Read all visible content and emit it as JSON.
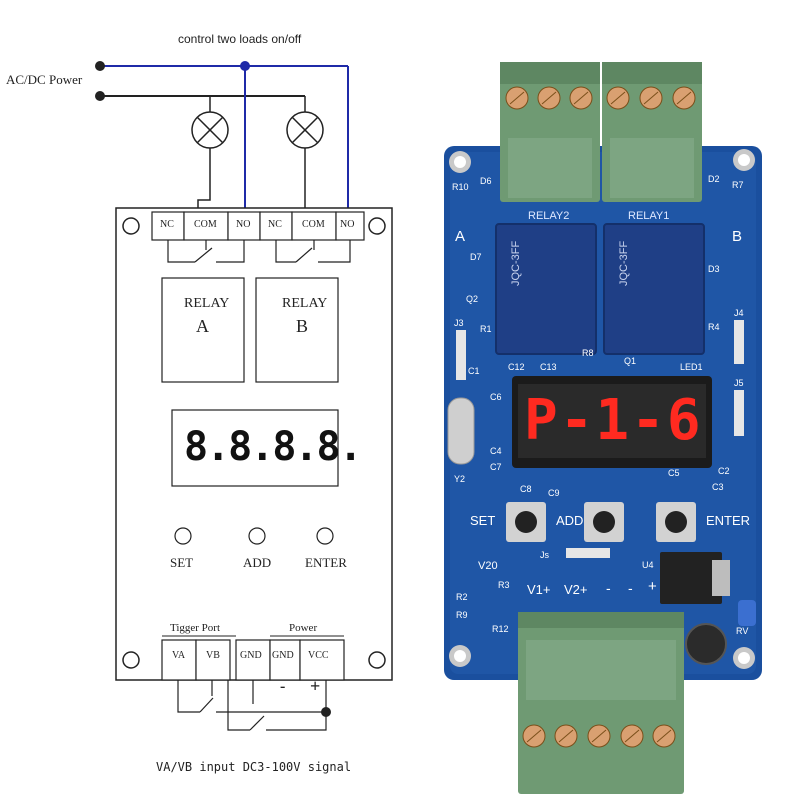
{
  "title": "control two loads  on/off",
  "power_label": "AC/DC Power",
  "terminals_top": [
    "NC",
    "COM",
    "NO",
    "NC",
    "COM",
    "NO"
  ],
  "relay_a": {
    "line1": "RELAY",
    "line2": "A"
  },
  "relay_b": {
    "line1": "RELAY",
    "line2": "B"
  },
  "display_value": "8.8.8.8.",
  "buttons": [
    {
      "label": "SET"
    },
    {
      "label": "ADD"
    },
    {
      "label": "ENTER"
    }
  ],
  "trigger_port_label": "Tigger Port",
  "power_section_label": "Power",
  "terminals_bottom": [
    "VA",
    "VB",
    "GND",
    "GND",
    "VCC"
  ],
  "polarity": {
    "minus": "-",
    "plus": "+"
  },
  "footer_note": "VA/VB input DC3-100V  signal",
  "board": {
    "relay_labels": [
      "RELAY2",
      "RELAY1"
    ],
    "side_labels": {
      "left": "A",
      "right": "B"
    },
    "display_text": "P-1-6",
    "button_labels": [
      "SET",
      "ADD",
      "ENTER"
    ],
    "input_labels": [
      "V1+",
      "V2+",
      "-",
      "-",
      "+"
    ],
    "version": "V20",
    "part_labels": [
      "R10",
      "D6",
      "D2",
      "R7",
      "D7",
      "D3",
      "Q2",
      "R4",
      "J3",
      "R8",
      "J4",
      "C12",
      "C13",
      "Q1",
      "LED1",
      "C1",
      "C6",
      "J5",
      "C4",
      "C7",
      "C5",
      "C2",
      "Y2",
      "C8",
      "C9",
      "C3",
      "U4",
      "Js",
      "R3",
      "R2",
      "R9",
      "R12",
      "RV",
      "R1"
    ],
    "relay_text": "JQC-3FF"
  },
  "colors": {
    "wire_blue": "#1f2aa8",
    "board_blue": "#1a4f9e",
    "terminal_green": "#6f9a73",
    "led_red": "#ff2a20"
  }
}
